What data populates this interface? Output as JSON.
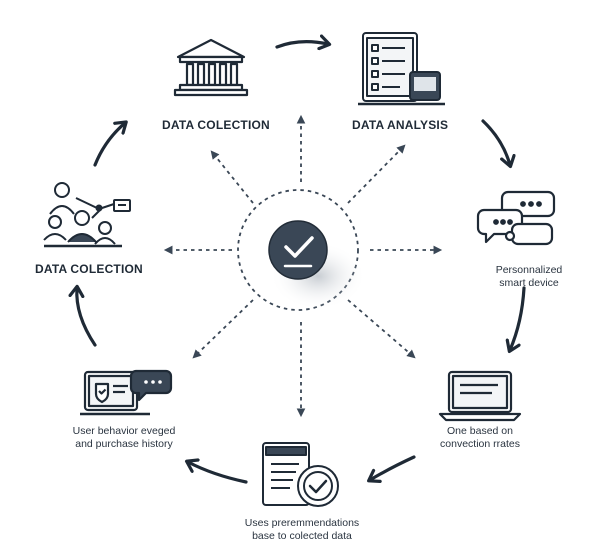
{
  "nodes": {
    "top_left": {
      "title": "DATA COLECTION"
    },
    "top_right": {
      "title": "DATA ANALYSIS"
    },
    "left": {
      "title": "DATA COLECTION"
    },
    "right": {
      "line1": "Personnalized",
      "line2": "smart device"
    },
    "bottom_left": {
      "line1": "User behavior eveged",
      "line2": "and purchase history"
    },
    "bottom_right": {
      "line1": "One based on",
      "line2": "convection rrates"
    },
    "bottom": {
      "line1": "Uses preremmendations",
      "line2": "base to colected data"
    }
  },
  "center": {
    "icon": "check-badge-icon"
  },
  "colors": {
    "ink": "#1f2a36",
    "hub": "#3a4756",
    "hub_light": "#ffffff"
  }
}
